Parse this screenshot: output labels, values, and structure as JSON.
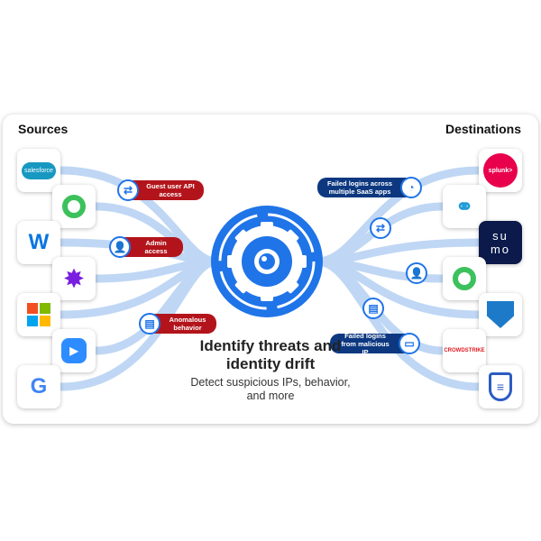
{
  "headers": {
    "sources": "Sources",
    "destinations": "Destinations"
  },
  "sources": [
    {
      "name": "salesforce",
      "label": "salesforce",
      "color": "#1798c1"
    },
    {
      "name": "green-circle",
      "label": "",
      "color": "#3cc15c"
    },
    {
      "name": "workday",
      "label": "W",
      "color": "#0875e1"
    },
    {
      "name": "purple-star",
      "label": "✸",
      "color": "#7a1ee0"
    },
    {
      "name": "microsoft",
      "label": "",
      "color": "#f25022"
    },
    {
      "name": "zoom",
      "label": "▶",
      "color": "#2d8cff"
    },
    {
      "name": "google",
      "label": "G",
      "color": "#4285f4"
    }
  ],
  "destinations": [
    {
      "name": "splunk",
      "label": "splunk>",
      "color": "#e9004c"
    },
    {
      "name": "network",
      "label": "⚭",
      "color": "#1f9bd7"
    },
    {
      "name": "sumo",
      "label": "su mo",
      "color": "#0b1a4b"
    },
    {
      "name": "green-circle",
      "label": "",
      "color": "#3cc15c"
    },
    {
      "name": "blue-shield",
      "label": "",
      "color": "#1c7ac9"
    },
    {
      "name": "crowdstrike",
      "label": "CROWDSTRIKE",
      "color": "#e01b22"
    },
    {
      "name": "security-shield",
      "label": "≡",
      "color": "#2b5cc2"
    }
  ],
  "badges_left": [
    {
      "icon": "⇄",
      "text": "Guest user API access"
    },
    {
      "icon": "👤",
      "text": "Admin access"
    },
    {
      "icon": "▤",
      "text": "Anomalous behavior"
    }
  ],
  "badges_right": [
    {
      "icon": "◔",
      "text": "Failed logins across multiple SaaS apps"
    },
    {
      "icon": "⇄",
      "text": ""
    },
    {
      "icon": "👤",
      "text": ""
    },
    {
      "icon": "▤",
      "text": ""
    },
    {
      "icon": "▭",
      "text": "Failed logins from malicious IP"
    }
  ],
  "center": {
    "title": "Identify threats and identity drift",
    "subtitle": "Detect suspicious IPs, behavior, and more"
  },
  "colors": {
    "accent": "#1f74e8",
    "red": "#b3141b",
    "navy": "#0d3880"
  }
}
